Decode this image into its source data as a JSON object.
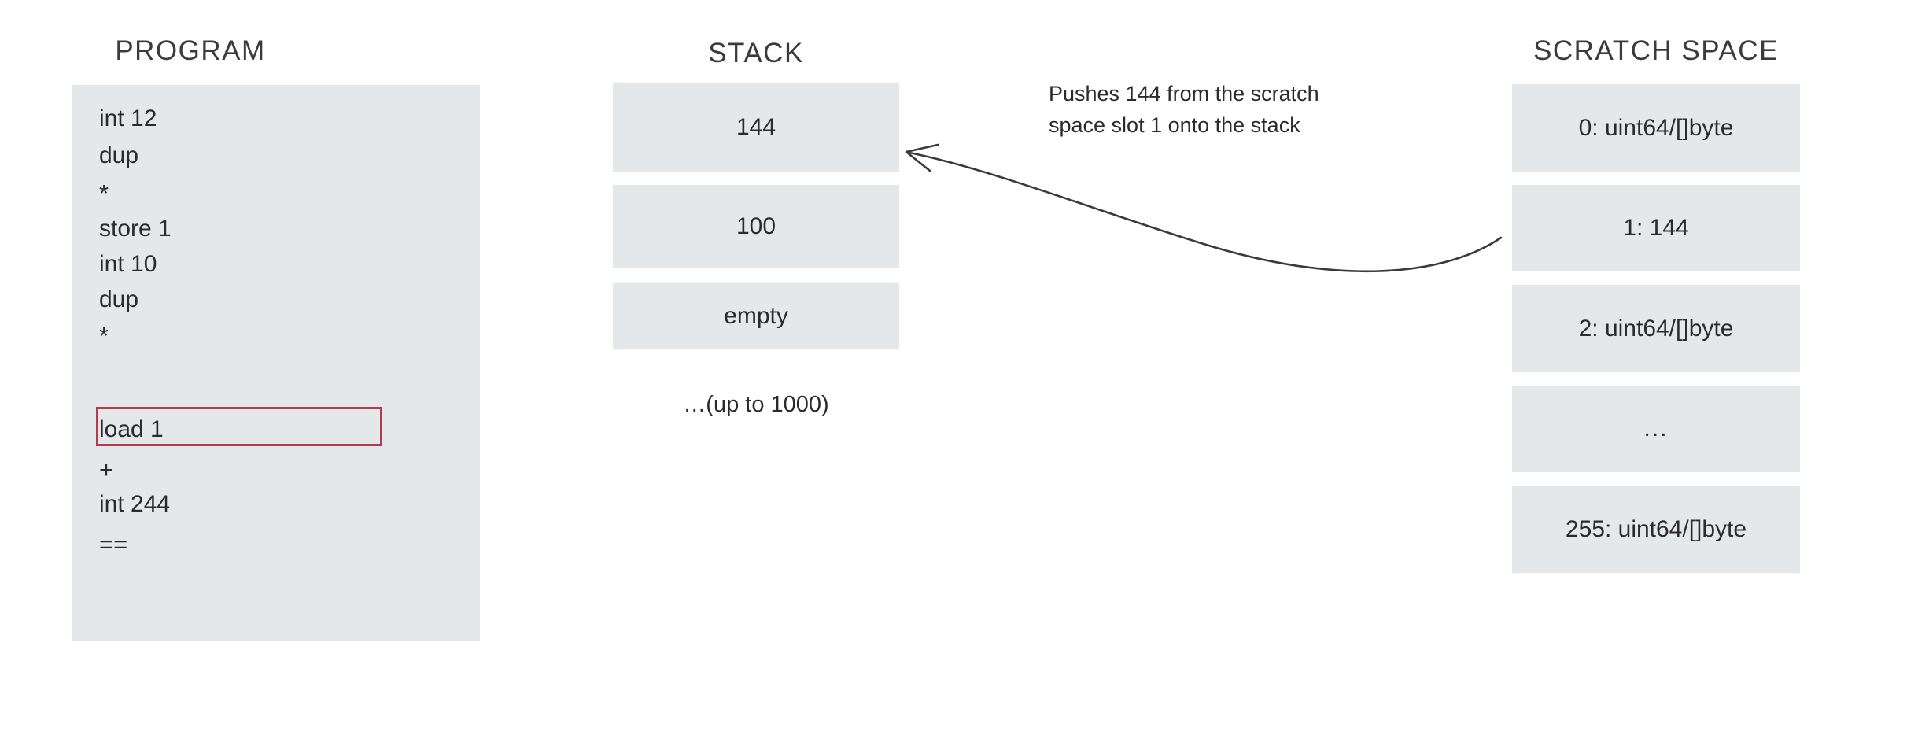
{
  "program": {
    "title": "PROGRAM",
    "lines": [
      {
        "text": "int 12",
        "highlighted": false
      },
      {
        "text": "dup",
        "highlighted": false
      },
      {
        "text": "*",
        "highlighted": false
      },
      {
        "text": "store 1",
        "highlighted": false
      },
      {
        "text": "int 10",
        "highlighted": false
      },
      {
        "text": "dup",
        "highlighted": false
      },
      {
        "text": "*",
        "highlighted": false
      },
      {
        "text": "load 1",
        "highlighted": true
      },
      {
        "text": "+",
        "highlighted": false
      },
      {
        "text": "int 244",
        "highlighted": false
      },
      {
        "text": "==",
        "highlighted": false
      }
    ],
    "highlight_color": "#b33b4c"
  },
  "stack": {
    "title": "STACK",
    "slots": [
      {
        "value": "144"
      },
      {
        "value": "100"
      },
      {
        "value": "empty"
      }
    ],
    "footnote": "…(up to 1000)"
  },
  "annotation": {
    "line1": "Pushes 144 from the scratch",
    "line2": "space slot 1 onto the stack"
  },
  "scratch_space": {
    "title": "SCRATCH SPACE",
    "slots": [
      {
        "value": "0: uint64/[]byte"
      },
      {
        "value": "1: 144"
      },
      {
        "value": "2: uint64/[]byte"
      },
      {
        "value": "..."
      },
      {
        "value": "255: uint64/[]byte"
      }
    ]
  },
  "colors": {
    "panel_fill": "#e5e8eb",
    "text": "#2b2b2b",
    "highlight": "#b33b4c",
    "arrow": "#3a3a3a",
    "background": "#ffffff"
  }
}
